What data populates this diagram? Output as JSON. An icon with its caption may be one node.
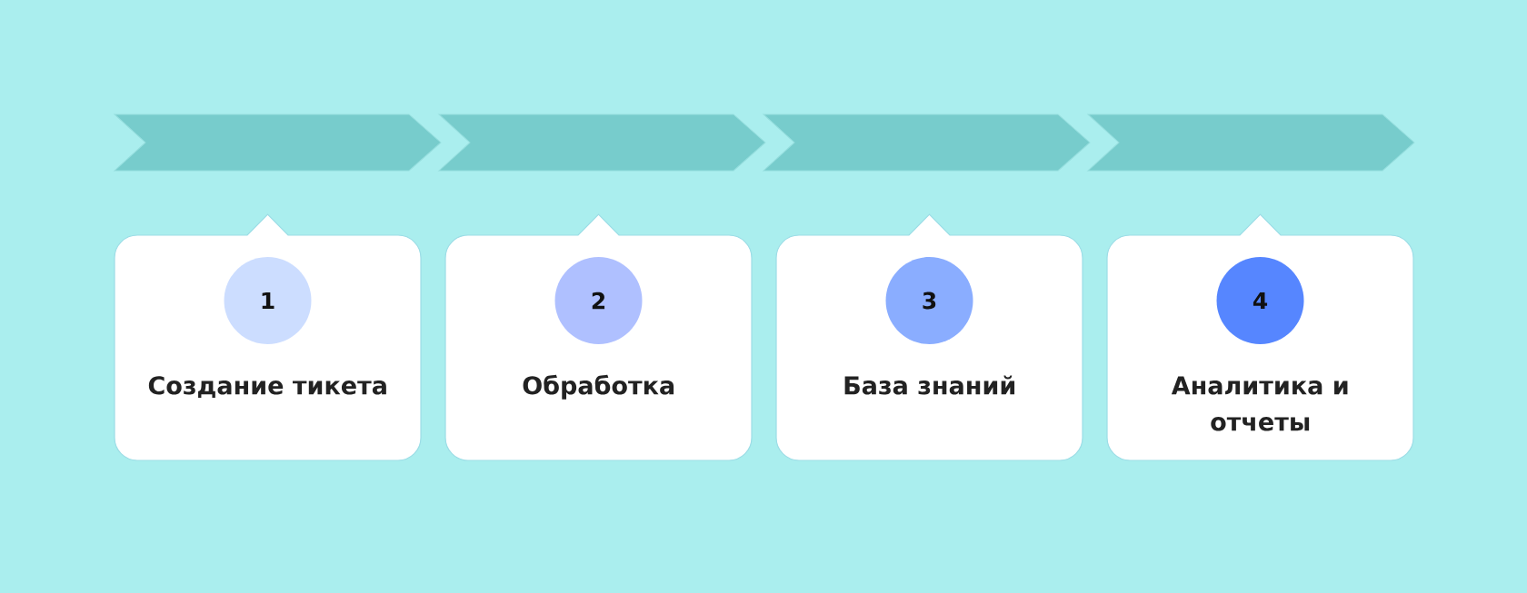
{
  "diagram": {
    "nodes": [
      {
        "text": [
          "Создание тикета"
        ]
      },
      {
        "text": [
          "1"
        ],
        "in": 0
      },
      {
        "text": [
          "Обработка"
        ]
      },
      {
        "text": [
          "2"
        ],
        "in": 2
      },
      {
        "text": [
          "База знаний"
        ]
      },
      {
        "text": [
          "3"
        ],
        "in": 4
      },
      {
        "text": [
          "Аналитика и отчеты"
        ]
      },
      {
        "text": [
          "4"
        ],
        "in": 6
      }
    ]
  }
}
